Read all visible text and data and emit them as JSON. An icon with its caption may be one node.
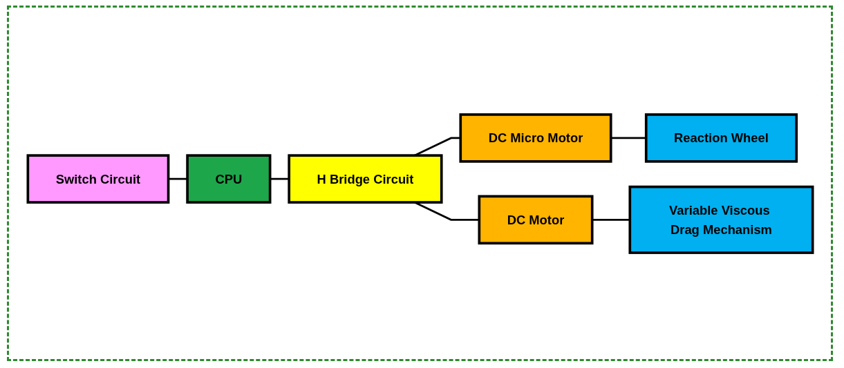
{
  "diagram": {
    "nodes": [
      {
        "text": [
          "Switch Circuit"
        ]
      },
      {
        "text": [
          "CPU"
        ]
      },
      {
        "text": [
          "H Bridge Circuit"
        ]
      },
      {
        "text": [
          "DC Micro Motor"
        ]
      },
      {
        "text": [
          "Reaction Wheel"
        ]
      },
      {
        "text": [
          "DC Motor"
        ]
      },
      {
        "text": [
          "Variable Viscous Drag Mechanism"
        ]
      }
    ],
    "edges": [
      {
        "from": 0,
        "to": 1,
        "arrow": "none"
      },
      {
        "from": 1,
        "to": 2,
        "arrow": "none"
      },
      {
        "from": 2,
        "to": 3,
        "arrow": "none"
      },
      {
        "from": 2,
        "to": 5,
        "arrow": "none"
      },
      {
        "from": 3,
        "to": 4,
        "arrow": "none"
      },
      {
        "from": 5,
        "to": 6,
        "arrow": "none"
      }
    ]
  }
}
